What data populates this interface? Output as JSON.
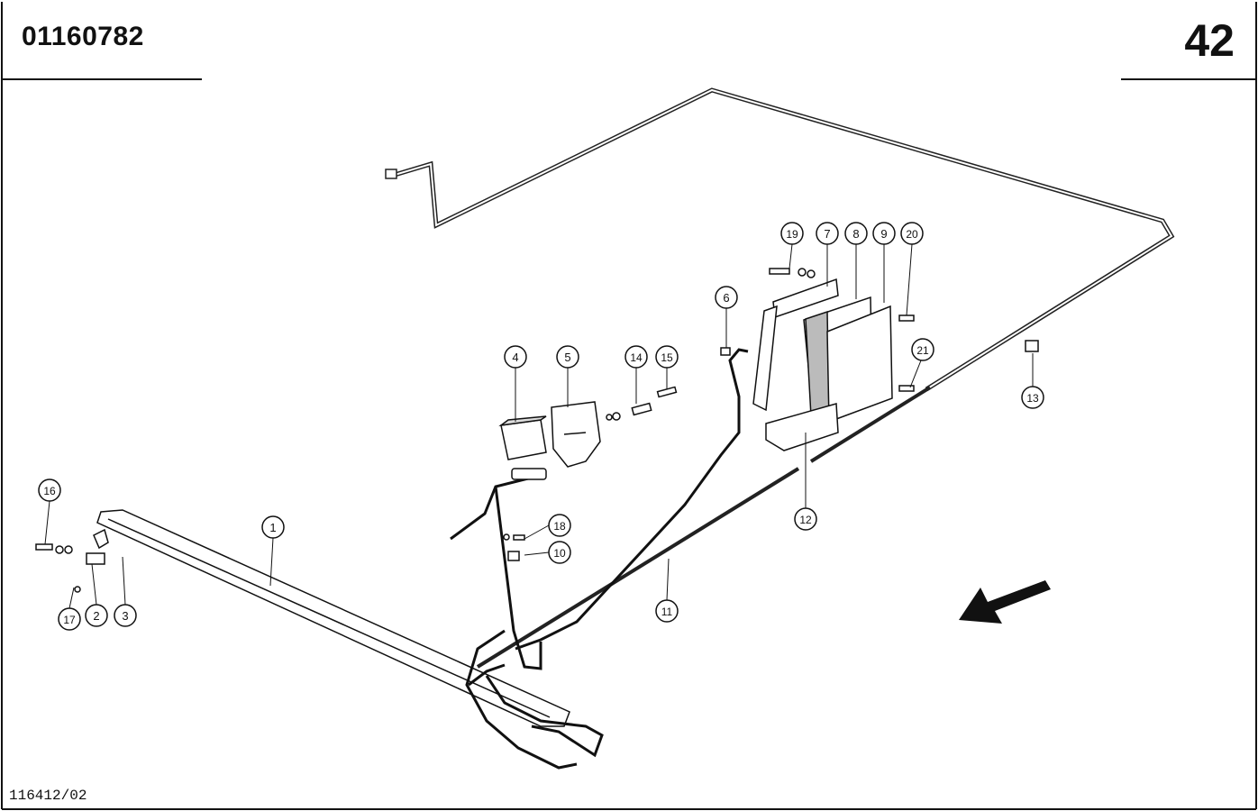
{
  "header": {
    "doc_number": "01160782",
    "page_number": "42"
  },
  "footer": {
    "drawing_ref": "116412/02"
  },
  "callouts": [
    "1",
    "2",
    "3",
    "4",
    "5",
    "6",
    "7",
    "8",
    "9",
    "10",
    "11",
    "12",
    "13",
    "14",
    "15",
    "16",
    "17",
    "18",
    "19",
    "20",
    "21"
  ],
  "icons": {
    "direction_arrow": "arrow-down-left-icon"
  }
}
